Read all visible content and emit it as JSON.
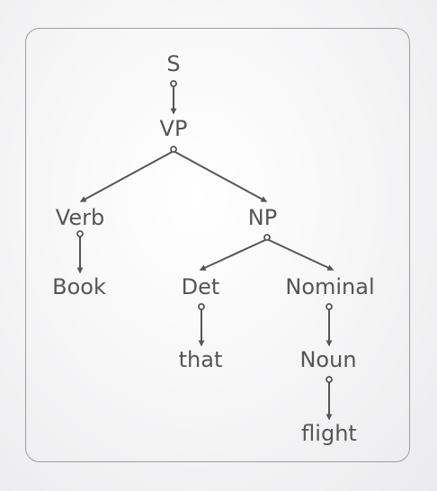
{
  "tree": {
    "nodes": {
      "s": "S",
      "vp": "VP",
      "verb": "Verb",
      "np": "NP",
      "book": "Book",
      "det": "Det",
      "nominal": "Nominal",
      "that": "that",
      "noun": "Noun",
      "flight": "flight"
    },
    "edges": [
      [
        "S",
        "VP"
      ],
      [
        "VP",
        "Verb"
      ],
      [
        "VP",
        "NP"
      ],
      [
        "Verb",
        "Book"
      ],
      [
        "NP",
        "Det"
      ],
      [
        "NP",
        "Nominal"
      ],
      [
        "Det",
        "that"
      ],
      [
        "Nominal",
        "Noun"
      ],
      [
        "Noun",
        "flight"
      ]
    ]
  },
  "colors": {
    "ink": "#555555",
    "border": "#9c9c9c",
    "background": "#ebebed"
  }
}
